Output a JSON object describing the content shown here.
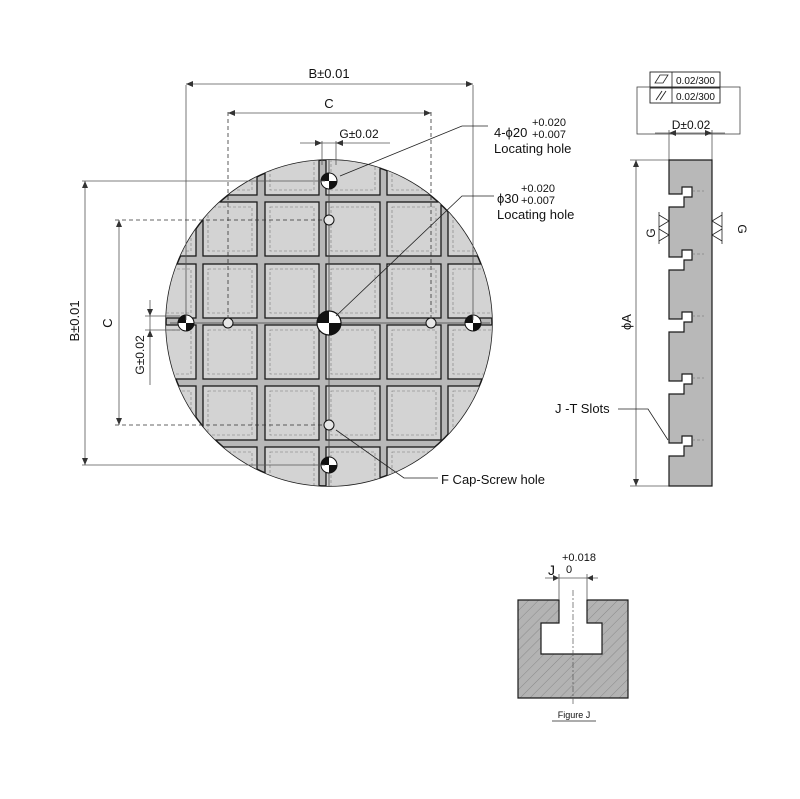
{
  "labels": {
    "b_top": "B±0.01",
    "c_top": "C",
    "g_top": "G±0.02",
    "b_left": "B±0.01",
    "c_left": "C",
    "g_left": "G±0.02",
    "hole4_spec": "4-ϕ20",
    "hole4_upper": "+0.020",
    "hole4_lower": "+0.007",
    "hole4_name": "Locating hole",
    "hole30_spec": "ϕ30",
    "hole30_upper": "+0.020",
    "hole30_lower": "+0.007",
    "hole30_name": "Locating hole",
    "capscrew": "F Cap-Screw hole",
    "d_dim": "D±0.02",
    "flatness": "0.02/300",
    "parallelism": "0.02/300",
    "phi_a": "ϕA",
    "g_side_left": "G",
    "g_side_right": "G",
    "jt_slots": "J -T Slots",
    "j_letter": "J",
    "j_upper": "+0.018",
    "j_lower": "0",
    "figure_j": "Figure J"
  },
  "colors": {
    "plate": "#b8b8b8",
    "pocket": "#d3d3d3",
    "outline": "#1a1a1a",
    "section": "#b3b3b3"
  }
}
